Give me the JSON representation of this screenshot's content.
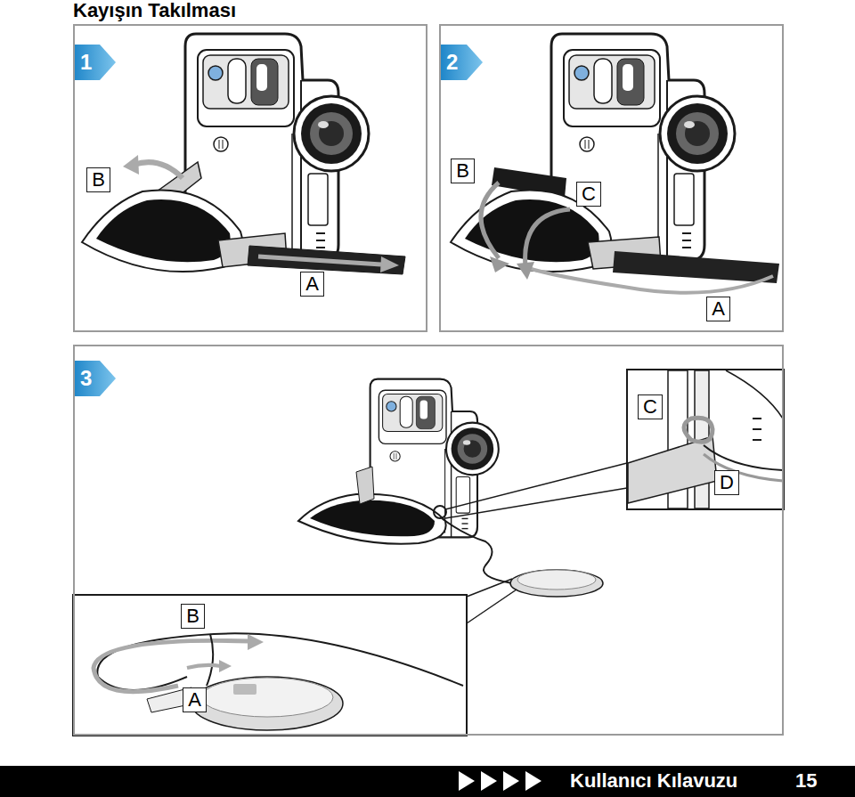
{
  "diagram": {
    "title": "Kayışın Takılması",
    "nodes": [
      {
        "text": [
          "1"
        ]
      },
      {
        "text": [
          "B"
        ],
        "in": 0
      },
      {
        "text": [
          "A"
        ],
        "in": 0
      },
      {
        "text": [
          "2"
        ]
      },
      {
        "text": [
          "B"
        ],
        "in": 3
      },
      {
        "text": [
          "C"
        ],
        "in": 3
      },
      {
        "text": [
          "A"
        ],
        "in": 3
      },
      {
        "text": [
          "3"
        ]
      },
      {
        "text": [
          "C"
        ],
        "in": 7
      },
      {
        "text": [
          "D"
        ],
        "in": 7
      },
      {
        "text": [
          "B"
        ],
        "in": 7
      },
      {
        "text": [
          "A"
        ],
        "in": 7
      }
    ],
    "labels": [
      "Kullanıcı Kılavuzu",
      "15"
    ]
  }
}
